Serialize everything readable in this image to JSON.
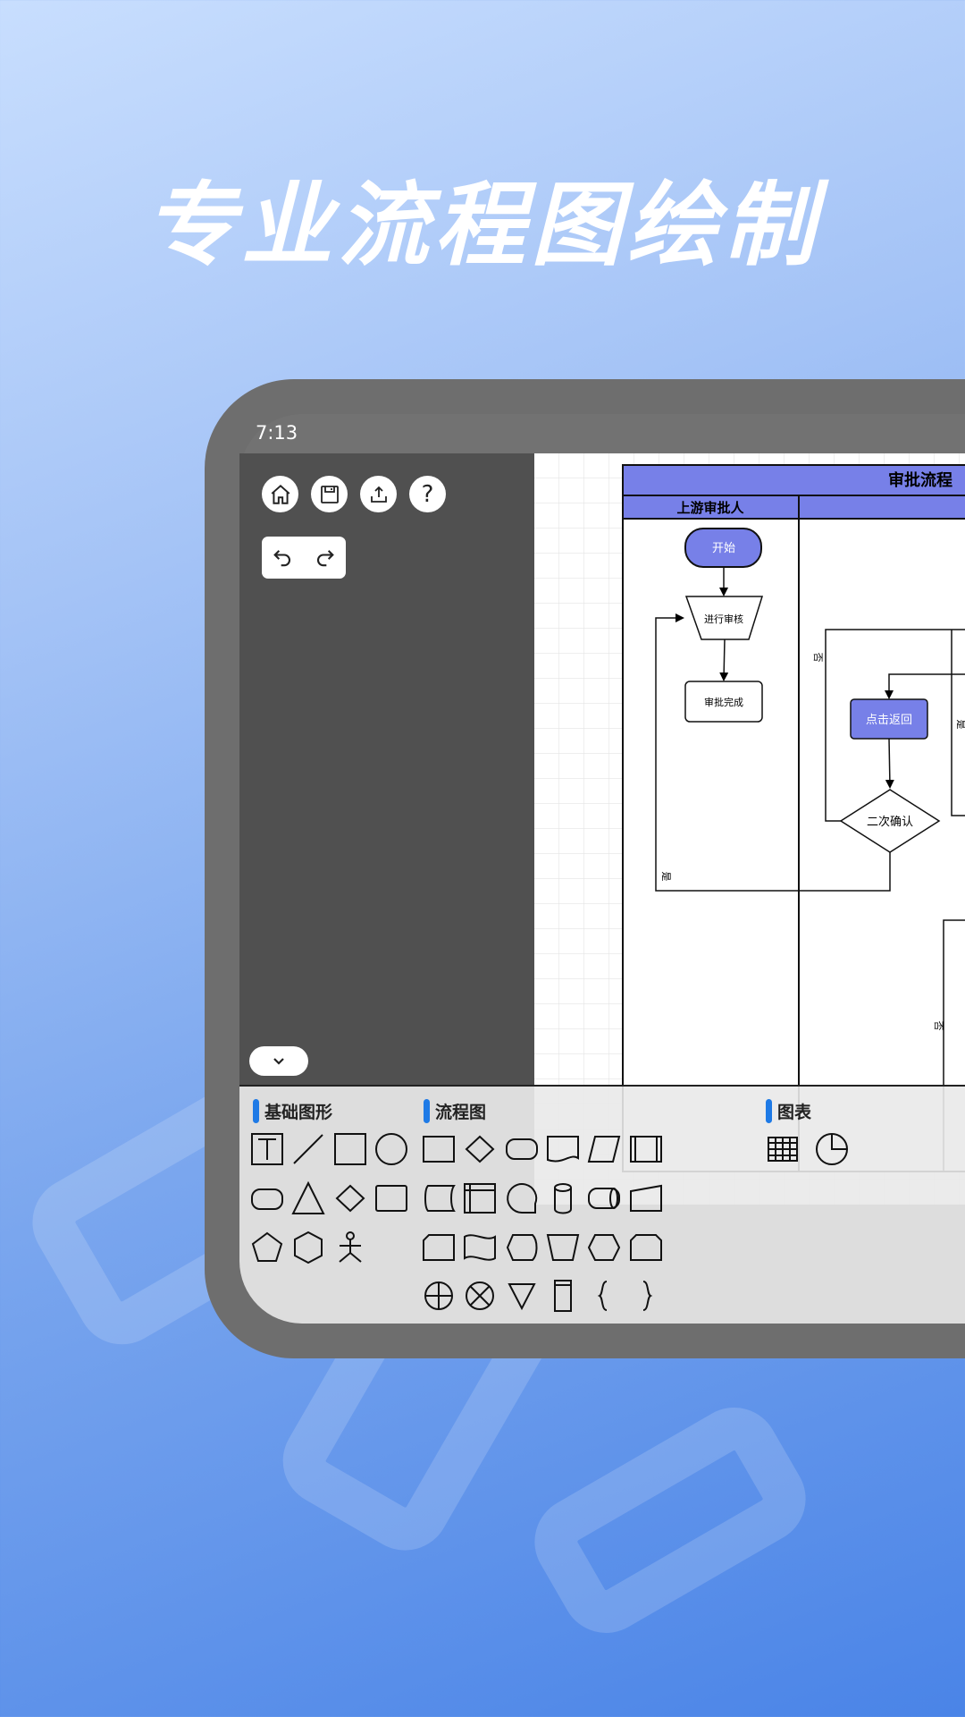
{
  "headline": "专业流程图绘制",
  "status_bar": {
    "time": "7:13"
  },
  "toolbar": {
    "buttons": [
      "home-icon",
      "save-icon",
      "export-icon",
      "help-icon"
    ],
    "undo": "undo-icon",
    "redo": "redo-icon",
    "collapse": "chevron-down-icon"
  },
  "diagram": {
    "title": "审批流程",
    "lanes": [
      "上游审批人",
      ""
    ],
    "nodes": {
      "start": "开始",
      "review": "进行审核",
      "done": "审批完成",
      "back": "点击返回",
      "confirm": "二次确认"
    },
    "edge_labels": {
      "no1": "否",
      "yes1": "是",
      "yes2": "是",
      "no2": "否"
    },
    "colors": {
      "header": "#7780e8",
      "node": "#7780e8"
    }
  },
  "palette": {
    "sections": [
      {
        "label": "基础图形"
      },
      {
        "label": "流程图"
      },
      {
        "label": "图表"
      }
    ],
    "basic": [
      "text",
      "line",
      "square",
      "circle",
      "rounded-rect",
      "triangle",
      "diamond",
      "rect",
      "pentagon",
      "hexagon",
      "actor"
    ],
    "flow": [
      "process",
      "decision",
      "terminator",
      "document",
      "data",
      "predefined",
      "stored-data",
      "internal-storage",
      "sequential-data",
      "database",
      "direct-data",
      "manual-input",
      "card",
      "tape",
      "display",
      "manual-operation",
      "preparation",
      "loop-limit",
      "summing-junction",
      "or",
      "merge",
      "note",
      "left-brace",
      "right-brace"
    ],
    "chart": [
      "table",
      "pie"
    ]
  },
  "accent": "#1e7ae6"
}
